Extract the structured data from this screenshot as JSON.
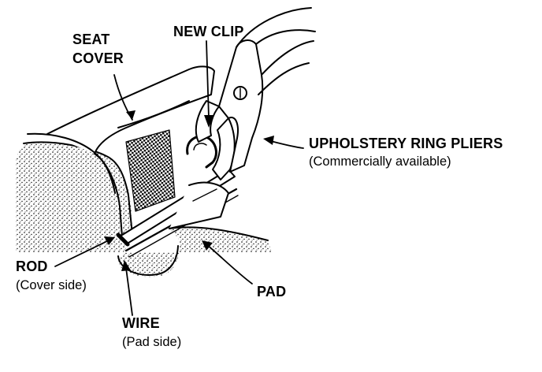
{
  "labels": {
    "seat_cover": [
      "SEAT",
      "COVER"
    ],
    "new_clip": "NEW CLIP",
    "pliers": "UPHOLSTERY RING PLIERS",
    "pliers_note": "(Commercially available)",
    "rod": "ROD",
    "rod_note": "(Cover side)",
    "pad": "PAD",
    "wire": "WIRE",
    "wire_note": "(Pad side)"
  },
  "colors": {
    "ink": "#000000",
    "paper": "#ffffff"
  }
}
